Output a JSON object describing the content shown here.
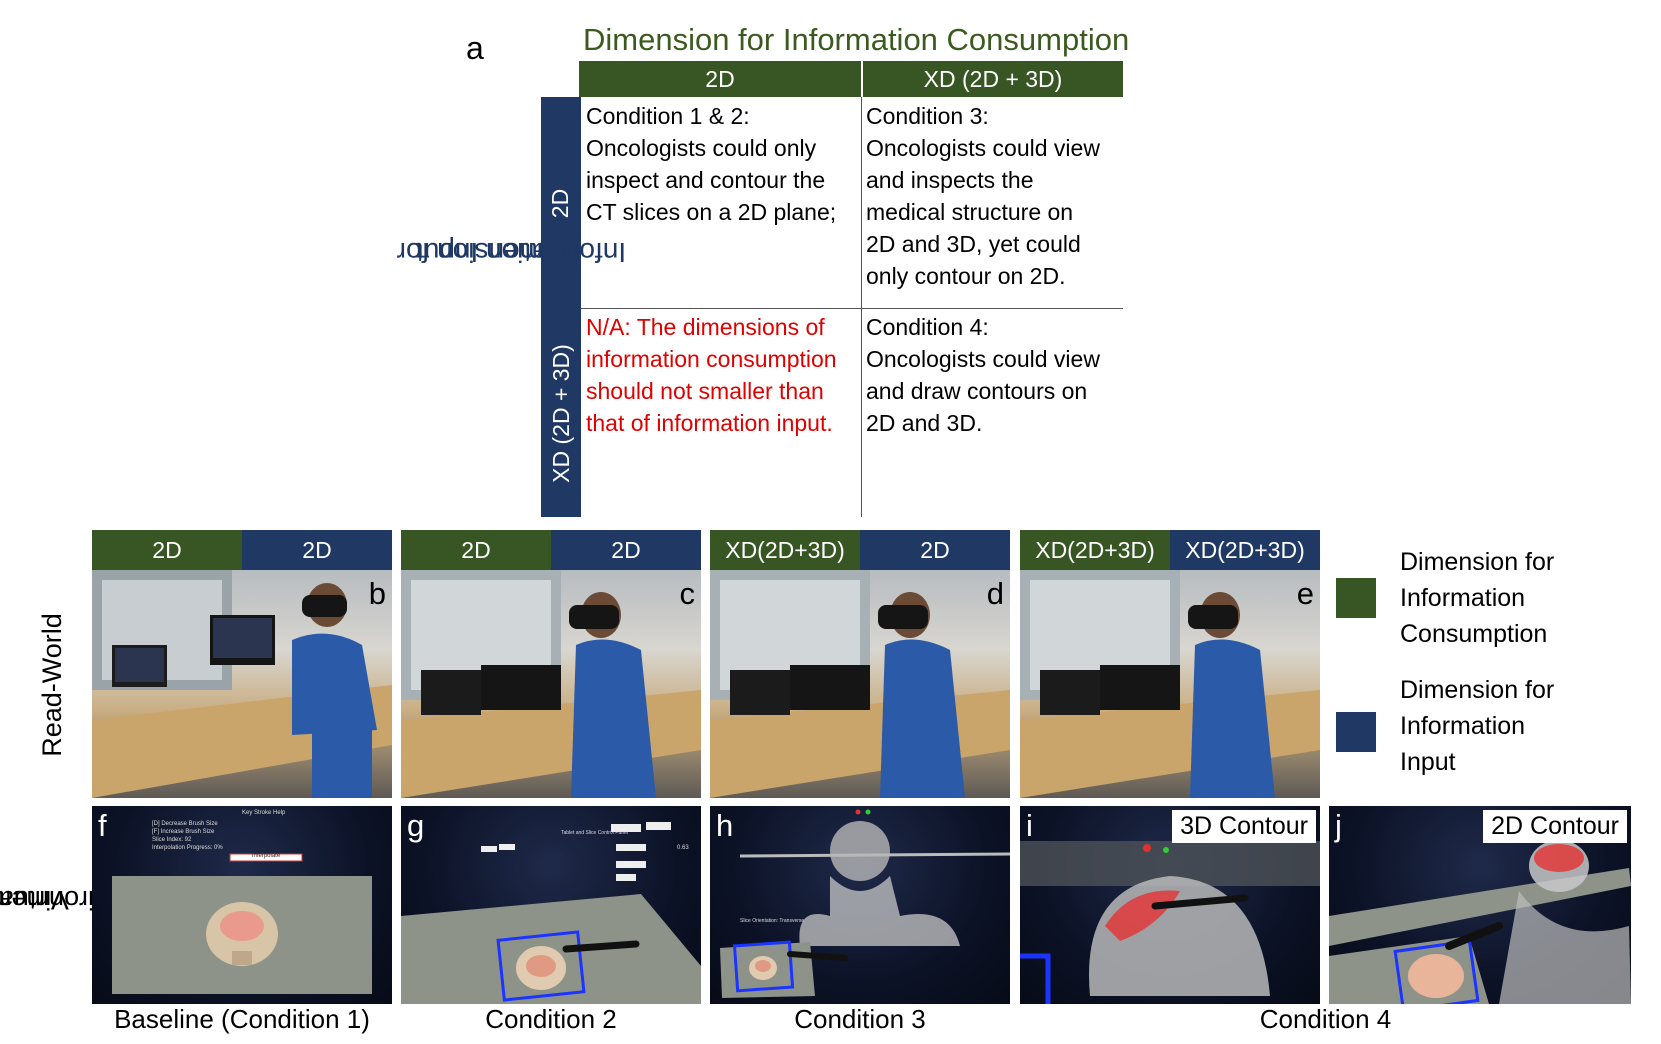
{
  "table": {
    "panel_letter": "a",
    "top_title": "Dimension for Information Consumption",
    "col_headers": [
      "2D",
      "XD (2D + 3D)"
    ],
    "row_headers": [
      "2D",
      "XD (2D + 3D)"
    ],
    "side_title_line1": "Dimension for",
    "side_title_line2": "Information Input",
    "cells": {
      "r1c1": [
        "Condition 1 & 2:",
        "Oncologists could only",
        "inspect and contour the",
        "CT slices on a 2D plane;"
      ],
      "r1c2": [
        "Condition 3:",
        "Oncologists could view",
        "and inspects the",
        "medical structure on",
        "2D and 3D, yet could",
        "only contour on 2D."
      ],
      "r2c1": [
        "N/A: The dimensions of",
        "information consumption",
        "should not smaller than",
        "that of information input."
      ],
      "r2c2": [
        "Condition 4:",
        "Oncologists could view",
        "and draw contours on",
        "2D and 3D."
      ]
    },
    "colors": {
      "consumption": "#375623",
      "input": "#1f3864",
      "na_text": "#e00000"
    }
  },
  "strips": [
    {
      "consumption": "2D",
      "input": "2D"
    },
    {
      "consumption": "2D",
      "input": "2D"
    },
    {
      "consumption": "XD(2D+3D)",
      "input": "2D"
    },
    {
      "consumption": "XD(2D+3D)",
      "input": "XD(2D+3D)"
    }
  ],
  "row_labels": {
    "real_world": "Read-World",
    "virtual_line1": "Virtual",
    "virtual_line2": "Environment"
  },
  "photo_letters": [
    "b",
    "c",
    "d",
    "e"
  ],
  "ve_letters": [
    "f",
    "g",
    "h",
    "i",
    "j"
  ],
  "ve_tags": {
    "i": "3D Contour",
    "j": "2D Contour"
  },
  "ve_ui_text": {
    "f_header": "Key Stroke Help",
    "f_lines": [
      "[D] Decrease Brush Size",
      "[F] Increase Brush Size",
      "Slice Index: 92",
      "Interpolation Progress: 0%"
    ],
    "f_button": "Interpolate",
    "g_panel_title": "Tablet and Slice Control Panel",
    "g_value": "0.63",
    "h_label": "Slice Orientation: Transverse"
  },
  "legend": {
    "consumption": [
      "Dimension for",
      "Information",
      "Consumption"
    ],
    "input": [
      "Dimension for",
      "Information",
      "Input"
    ]
  },
  "captions": [
    "Baseline (Condition 1)",
    "Condition 2",
    "Condition 3",
    "Condition 4"
  ]
}
